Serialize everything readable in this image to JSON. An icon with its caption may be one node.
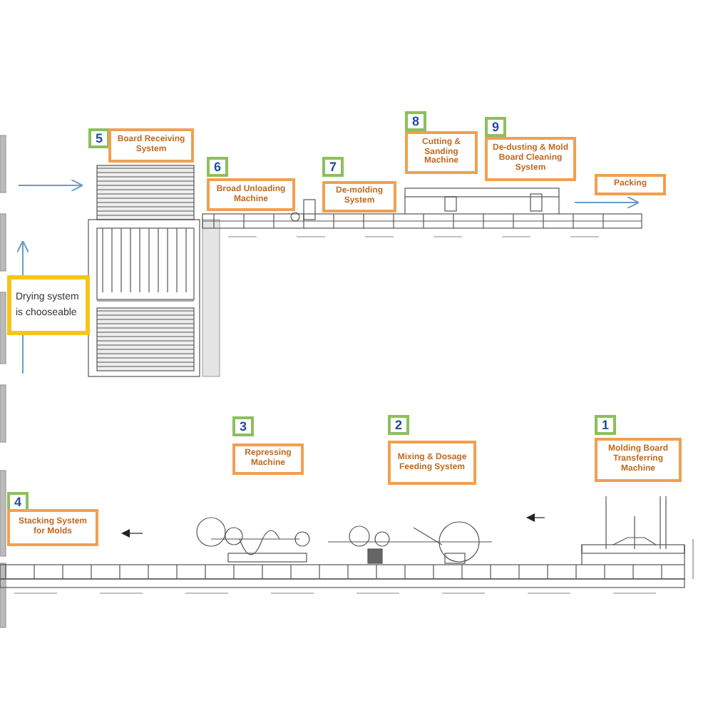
{
  "diagram": {
    "nodes": [
      {
        "text": [
          "5",
          "Board Receiving System"
        ]
      },
      {
        "text": [
          "6",
          "Broad Unloading Machine"
        ]
      },
      {
        "text": [
          "7",
          "De-molding System"
        ]
      },
      {
        "text": [
          "8",
          "Cutting & Sanding Machine"
        ]
      },
      {
        "text": [
          "9",
          "De-dusting & Mold Board Cleaning System"
        ]
      },
      {
        "text": [
          "Packing"
        ]
      },
      {
        "text": [
          "Drying system is chooseable"
        ]
      },
      {
        "text": [
          "3",
          "Repressing Machine"
        ]
      },
      {
        "text": [
          "2",
          "Mixing & Dosage Feeding System"
        ]
      },
      {
        "text": [
          "1",
          "Molding Board Transferring Machine"
        ]
      },
      {
        "text": [
          "4",
          "Stacking System for Molds"
        ]
      }
    ],
    "edges": []
  }
}
